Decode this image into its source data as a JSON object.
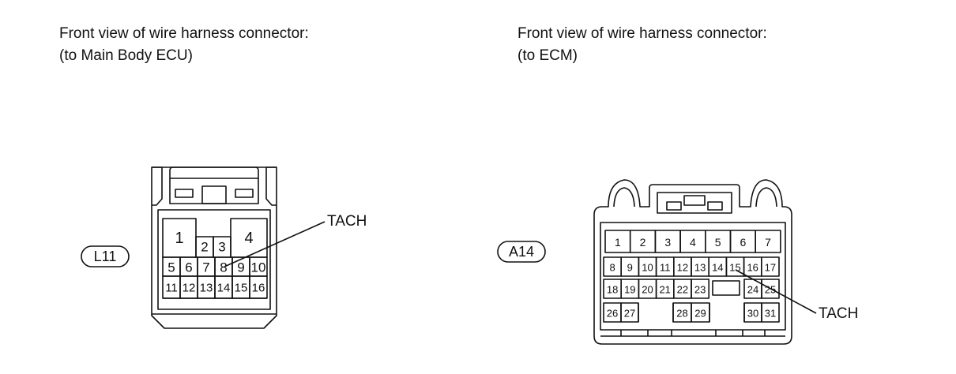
{
  "captions": {
    "left": [
      "Front view of wire harness connector:",
      "(to Main Body ECU)"
    ],
    "right": [
      "Front view of wire harness connector:",
      "(to ECM)"
    ]
  },
  "connector_l11": {
    "id": "L11",
    "pins_top": [
      "1",
      "2",
      "3",
      "4"
    ],
    "pins_mid": [
      "5",
      "6",
      "7",
      "8",
      "9",
      "10"
    ],
    "pins_bottom": [
      "11",
      "12",
      "13",
      "14",
      "15",
      "16"
    ],
    "callout": "TACH",
    "callout_pin": "8"
  },
  "connector_a14": {
    "id": "A14",
    "row1": [
      "1",
      "2",
      "3",
      "4",
      "5",
      "6",
      "7"
    ],
    "row2": [
      "8",
      "9",
      "10",
      "11",
      "12",
      "13",
      "14",
      "15",
      "16",
      "17"
    ],
    "row3": [
      "18",
      "19",
      "20",
      "21",
      "22",
      "23",
      "24",
      "25"
    ],
    "row4": [
      "26",
      "27",
      "28",
      "29",
      "30",
      "31"
    ],
    "callout": "TACH",
    "callout_pin": "15"
  }
}
